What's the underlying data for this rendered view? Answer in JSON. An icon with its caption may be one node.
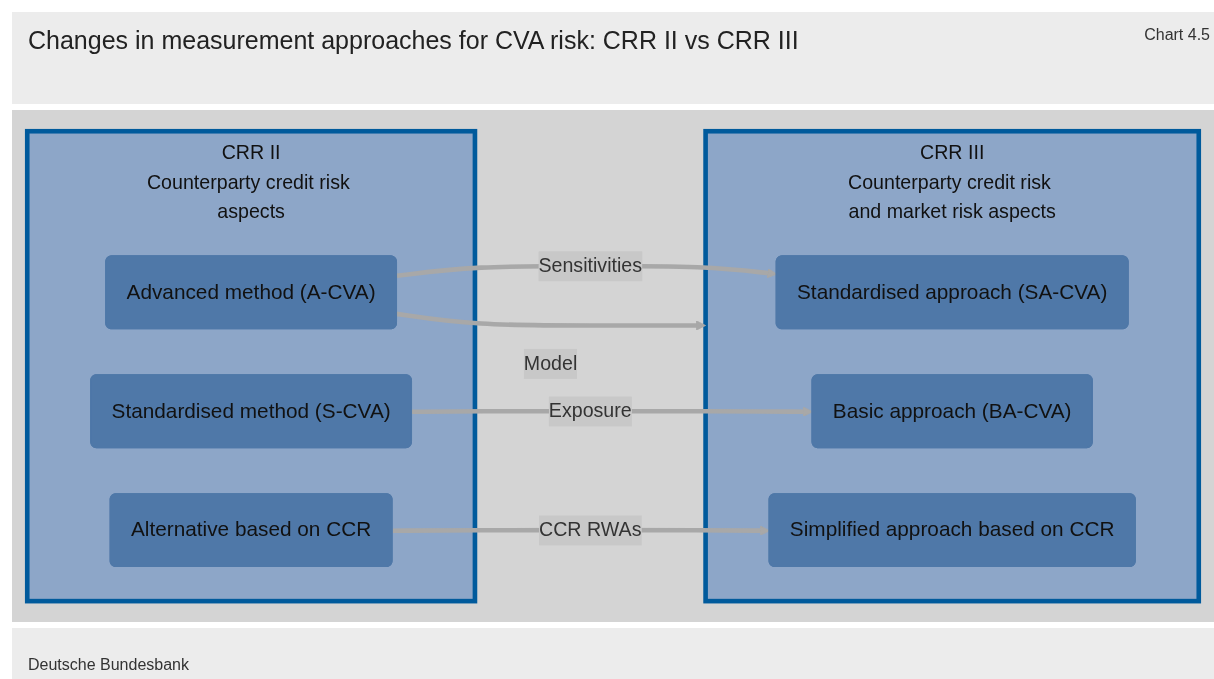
{
  "diagram": {
    "title": "Changes in measurement approaches for CVA risk: CRR II vs CRR III",
    "caption": "Deutsche Bundesbank",
    "nodes": [
      {
        "text": [
          "CRR II",
          "Counterparty credit risk aspects"
        ]
      },
      {
        "text": [
          "Advanced method (A-CVA)"
        ],
        "in": 0
      },
      {
        "text": [
          "Standardised method (S-CVA)"
        ],
        "in": 0
      },
      {
        "text": [
          "Alternative based on CCR"
        ],
        "in": 0
      },
      {
        "text": [
          "CRR III",
          "Counterparty credit risk and market risk aspects"
        ]
      },
      {
        "text": [
          "Standardised approach (SA-CVA)"
        ],
        "in": 4
      },
      {
        "text": [
          "Basic approach (BA-CVA)"
        ],
        "in": 4
      },
      {
        "text": [
          "Simplified approach based on CCR"
        ],
        "in": 4
      }
    ],
    "edges": [
      {
        "from": 1,
        "to": 4,
        "arrow": "to",
        "label": "Model"
      },
      {
        "from": 1,
        "to": 5,
        "arrow": "to",
        "label": "Sensitivities"
      },
      {
        "from": 2,
        "to": 6,
        "arrow": "to",
        "label": "Exposure"
      },
      {
        "from": 3,
        "to": 7,
        "arrow": "to",
        "label": "CCR RWAs"
      }
    ],
    "labels": [
      "Chart 4.5"
    ]
  }
}
